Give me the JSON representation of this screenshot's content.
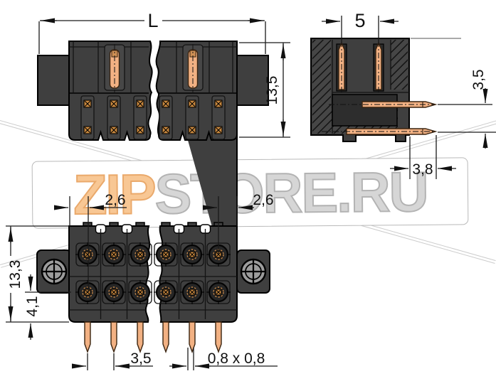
{
  "watermark": {
    "zip": "ZIP",
    "store": "STORE.RU"
  },
  "views": {
    "front": {
      "label_length": "L",
      "label_height": "13,5"
    },
    "side": {
      "label_pin_spacing": "5",
      "label_row_spacing": "3,5",
      "label_pin_length": "3,8"
    },
    "bottom": {
      "label_edge_offset_left": "2,6",
      "label_edge_offset_right": "2,6",
      "label_height": "13,3",
      "label_row_offset": "4,1",
      "label_pitch": "3,5",
      "label_pin_size": "0,8 x 0,8"
    }
  },
  "colors": {
    "body": "#3f3f3f",
    "outline": "#000000",
    "pin": "#f2b183",
    "contact": "#c8883f",
    "flange_circle": "#9c9c9c",
    "watermark_zip": "#f8c794",
    "watermark_store": "#d6d6d6",
    "watermark_ray": "#cccccc"
  }
}
